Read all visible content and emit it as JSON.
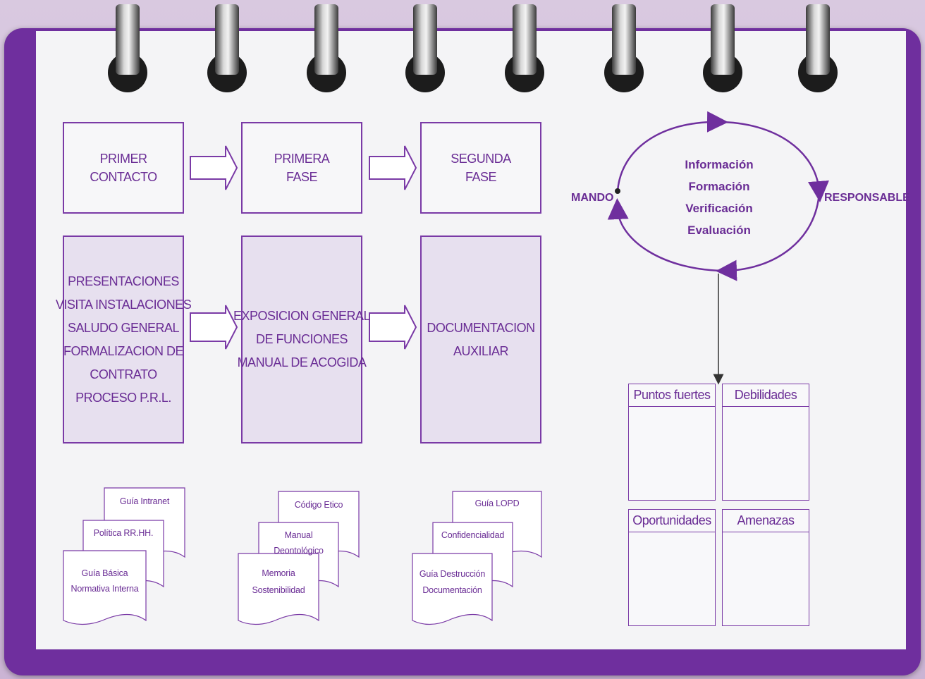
{
  "flow_top": [
    {
      "lines": [
        "PRIMER",
        "CONTACTO"
      ]
    },
    {
      "lines": [
        "PRIMERA",
        "FASE"
      ]
    },
    {
      "lines": [
        "SEGUNDA",
        "FASE"
      ]
    }
  ],
  "flow_bottom": [
    {
      "lines": [
        "PRESENTACIONES",
        "VISITA INSTALACIONES",
        "SALUDO GENERAL",
        "FORMALIZACION DE",
        "CONTRATO",
        "PROCESO P.R.L."
      ]
    },
    {
      "lines": [
        "EXPOSICION GENERAL",
        "DE FUNCIONES",
        "MANUAL DE ACOGIDA"
      ]
    },
    {
      "lines": [
        "DOCUMENTACION",
        "AUXILIAR"
      ]
    }
  ],
  "cycle": {
    "items": [
      "Información",
      "Formación",
      "Verificación",
      "Evaluación"
    ],
    "left_label": "MANDO",
    "right_label": "RESPONSABLE"
  },
  "swot": {
    "strengths": "Puntos fuertes",
    "weaknesses": "Debilidades",
    "opportunities": "Oportunidades",
    "threats": "Amenazas"
  },
  "documents": {
    "group1": {
      "back": "Guía Intranet",
      "middle": "Política RR.HH.",
      "front": [
        "Guía Básica",
        "Normativa Interna"
      ]
    },
    "group2": {
      "back": "Código Etico",
      "middle": [
        "Manual",
        "Deontológico"
      ],
      "front": [
        "Memoria",
        "Sostenibilidad"
      ]
    },
    "group3": {
      "back": "Guía LOPD",
      "middle": "Confidencialidad",
      "front": [
        "Guía Destrucción",
        "Documentación"
      ]
    }
  },
  "colors": {
    "accent": "#6f2f9e",
    "text": "#6a2d95",
    "fill": "#e7e0ef"
  }
}
